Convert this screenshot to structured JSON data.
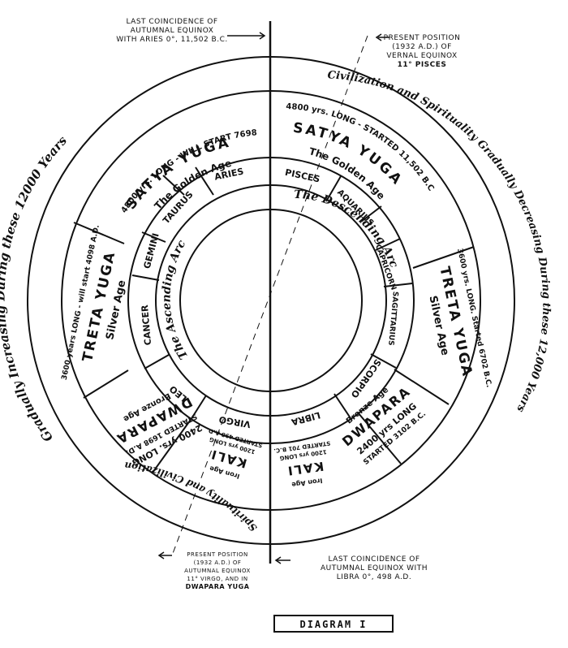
{
  "outer_arc_left": "Gradually Increasing During these 12000 Years",
  "outer_arc_right": "Civilization and Spirituality Gradually Decreasing During these 12,000 Years",
  "outer_arc_bottom": "Spirituality and Civilization",
  "inner_left_label": "The Ascending Arc",
  "inner_right_label": "The Descending Arc",
  "signs": [
    "ARIES",
    "TAURUS",
    "GEMINI",
    "CANCER",
    "LEO",
    "VIRGO",
    "LIBRA",
    "SCORPIO",
    "SAGITTARIUS",
    "CAPRICORN",
    "AQUARIUS",
    "PISCES"
  ],
  "yugas": {
    "satya_left": {
      "name": "SATYA YUGA",
      "sub": "The Golden Age",
      "note": "4800 yrs. LONG - WILL START 7698 A.D."
    },
    "satya_right": {
      "name": "SATYA YUGA",
      "sub": "The Golden Age",
      "note": "4800 yrs. LONG - STARTED 11,502 B.C."
    },
    "treta_left": {
      "name": "TRETA YUGA",
      "sub": "Silver Age",
      "note": "3600 years LONG - will start 4098 A.D."
    },
    "treta_right": {
      "name": "TRETA YUGA",
      "sub": "Silver Age",
      "note": "3600 yrs. LONG. Started 6702 B.C."
    },
    "dwapara_left": {
      "name": "DWAPARA",
      "sub": "Bronze Age",
      "note1": "2400 yrs. LONG",
      "note2": "STARTED 1698 A.D."
    },
    "dwapara_right": {
      "name": "DWAPARA",
      "sub": "Bronze Age",
      "note1": "2400 yrs LONG",
      "note2": "STARTED 3102 B.C."
    },
    "kali_left": {
      "name": "KALI",
      "sub": "Iron Age",
      "note1": "1200 yrs LONG",
      "note2": "STARTED 498 A.D."
    },
    "kali_right": {
      "name": "KALI",
      "sub": "Iron Age",
      "note1": "1200 yrs LONG",
      "note2": "STARTED 701 B.C."
    }
  },
  "captions": {
    "top_left": [
      "LAST COINCIDENCE OF",
      "AUTUMNAL EQUINOX",
      "WITH ARIES 0°, 11,502 B.C."
    ],
    "top_right": [
      "PRESENT POSITION",
      "(1932 A.D.) OF",
      "VERNAL EQUINOX",
      "11° PISCES"
    ],
    "bottom_left": [
      "PRESENT POSITION",
      "(1932 A.D.) OF",
      "AUTUMNAL EQUINOX",
      "11° VIRGO, AND IN",
      "DWAPARA YUGA"
    ],
    "bottom_right": [
      "LAST COINCIDENCE OF",
      "AUTUMNAL EQUINOX WITH",
      "LIBRA 0°, 498 A.D."
    ]
  },
  "title": "DIAGRAM I"
}
